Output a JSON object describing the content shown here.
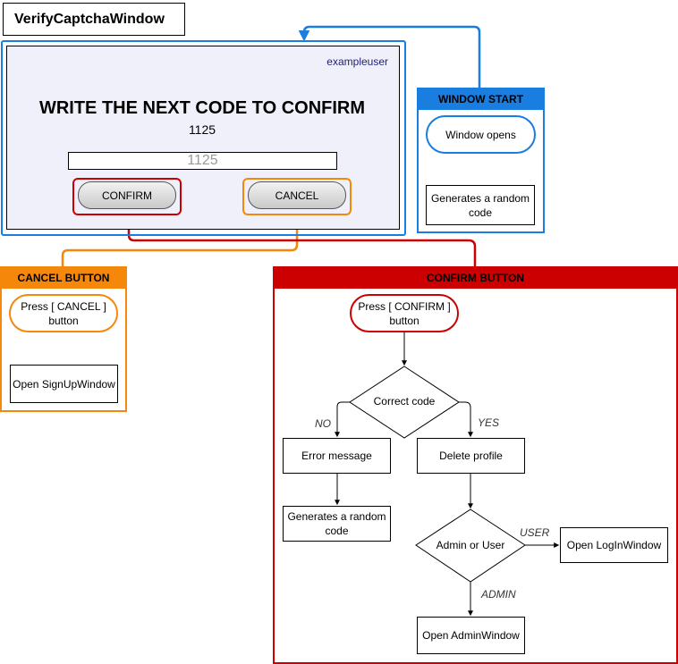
{
  "title": "VerifyCaptchaWindow",
  "window": {
    "username": "exampleuser",
    "heading": "WRITE THE NEXT CODE TO CONFIRM",
    "code": "1125",
    "input_value": "1125",
    "confirm_label": "CONFIRM",
    "cancel_label": "CANCEL"
  },
  "window_start": {
    "header": "WINDOW START",
    "opens": "Window opens",
    "generates": "Generates a random code"
  },
  "cancel_panel": {
    "header": "CANCEL BUTTON",
    "press": "Press [ CANCEL ] button",
    "open": "Open SignUpWindow"
  },
  "confirm_panel": {
    "header": "CONFIRM BUTTON",
    "press": "Press [ CONFIRM ] button",
    "decision1": "Correct code",
    "no": "NO",
    "yes": "YES",
    "error": "Error message",
    "generates": "Generates a random code",
    "delete": "Delete profile",
    "decision2": "Admin or User",
    "user": "USER",
    "admin": "ADMIN",
    "open_login": "Open LogInWindow",
    "open_admin": "Open AdminWindow"
  },
  "colors": {
    "blue": "#1a7de0",
    "orange": "#f5870a",
    "red": "#cc0000",
    "window_bg": "#f0f0fa"
  }
}
